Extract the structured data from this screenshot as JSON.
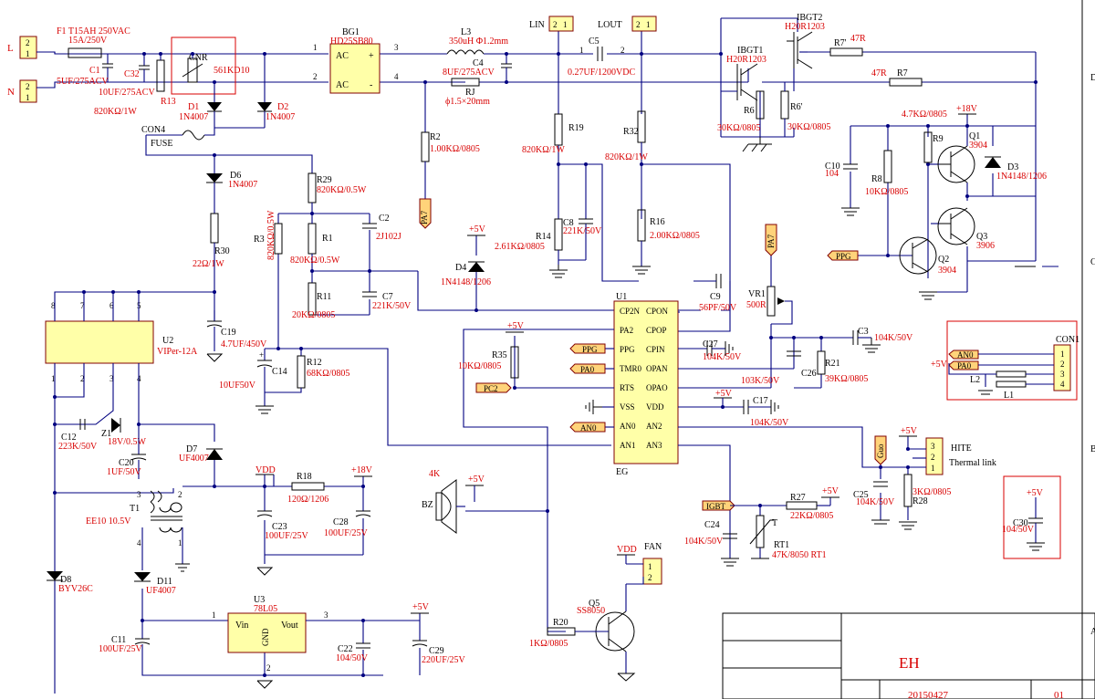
{
  "title_block": {
    "name": "EH",
    "date": "20150427",
    "sheet": "01"
  },
  "border_letters": [
    "D",
    "C",
    "B",
    "A"
  ],
  "connectors": {
    "L": "L",
    "N": "N",
    "pins_21": [
      "2",
      "1"
    ],
    "con1": "CON1",
    "con1_pins": [
      "1",
      "2",
      "3",
      "4"
    ],
    "lin": "LIN",
    "lout": "LOUT",
    "fan": "FAN",
    "hite": "HITE",
    "thermal_link": "Thermal link",
    "con4": "CON4",
    "fuse": "FUSE"
  },
  "ports": {
    "pa7_top": "PA7",
    "pa7_vr": "PA7",
    "ppg_left": "PPG",
    "ppg_right": "PPG",
    "pa0": "PA0",
    "pc2": "PC2",
    "an0": "AN0",
    "igbt": "IGBT",
    "guo": "Guo",
    "con1_an0": "AN0",
    "con1_pa0": "PA0"
  },
  "components": {
    "F1": "F1 T15AH 250VAC",
    "F1_val": "15A/250V",
    "C1": "C1",
    "C1_val": "5UF/275ACV",
    "C32": "C32",
    "C32_val": "10UF/275ACV",
    "R13": "R13",
    "R13_val": "820KΩ/1W",
    "CNR": "CNR",
    "CNR_val": "561KD10",
    "D1": "D1",
    "D1_val": "1N4007",
    "D2": "D2",
    "D2_val": "1N4007",
    "BG1": "BG1",
    "BG1_val": "HD25SB80",
    "BG1_ac1": "AC",
    "BG1_ac2": "AC",
    "BG1_plus": "+",
    "BG1_minus": "-",
    "BG1_pin1": "1",
    "BG1_pin2": "2",
    "BG1_pin3": "3",
    "BG1_pin4": "4",
    "L3": "L3",
    "L3_val": "350uH Φ1.2mm",
    "C4": "C4",
    "C4_val": "8UF/275ACV",
    "RJ": "RJ",
    "RJ_val": "ϕ1.5×20mm",
    "C5": "C5",
    "C5_pin1": "1",
    "C5_pin2": "2",
    "C5_val": "0.27UF/1200VDC",
    "IBGT1": "IBGT1",
    "IBGT1_val": "H20R1203",
    "IBGT2": "IBGT2",
    "IBGT2_val": "H20R1203",
    "R7p": "R7'",
    "R7p_val": "47R",
    "R7": "R7",
    "R7_val": "47R",
    "R6": "R6",
    "R6_val": "30KΩ/0805",
    "R6p": "R6'",
    "R6p_val": "30KΩ/0805",
    "R19": "R19",
    "R19_val": "820KΩ/1W",
    "R32": "R32",
    "R32_val": "820KΩ/1W",
    "R14": "R14",
    "R14_val": "2.61KΩ/0805",
    "C8": "C8",
    "C8_val": "221K/50V",
    "R16": "R16",
    "R16_val": "2.00KΩ/0805",
    "R2": "R2",
    "R2_val": "1.00KΩ/0805",
    "D6": "D6",
    "D6_val": "1N4007",
    "R30": "R30",
    "R30_val": "22Ω/1W",
    "R29": "R29",
    "R29_val": "820KΩ/0.5W",
    "R3": "R3",
    "R3_val": "820KΩ/0.5W",
    "R1": "R1",
    "R1_val": "820KΩ/0.5W",
    "C2": "C2",
    "C2_val": "2J102J",
    "R11": "R11",
    "R11_val": "20KΩ/0805",
    "C7": "C7",
    "C7_val": "221K/50V",
    "R12": "R12",
    "R12_val": "68KΩ/0805",
    "C14": "C14",
    "C14_val": "10UF50V",
    "C19": "C19",
    "C19_val": "4.7UF/450V",
    "U2": "U2",
    "U2_val": "VIPer-12A",
    "U2_pins_top": [
      "8",
      "7",
      "6",
      "5"
    ],
    "U2_pins_bot": [
      "1",
      "2",
      "3",
      "4"
    ],
    "C12": "C12",
    "C12_val": "223K/50V",
    "Z1": "Z1",
    "Z1_val": "18V/0.5W",
    "C20": "C20",
    "C20_val": "1UF/50V",
    "D7": "D7",
    "D7_val": "UF4007",
    "T1": "T1",
    "T1_val": "EE10 10.5V",
    "T1_pins": [
      "1",
      "2",
      "3",
      "4"
    ],
    "D8": "D8",
    "D8_val": "BYV26C",
    "D11": "D11",
    "D11_val": "UF4007",
    "C11": "C11",
    "C11_val": "100UF/25V",
    "C23": "C23",
    "C23_val": "100UF/25V",
    "R18": "R18",
    "R18_val": "120Ω/1206",
    "C28": "C28",
    "C28_val": "100UF/25V",
    "U3": "U3",
    "U3_val": "78L05",
    "U3_vin": "Vin",
    "U3_vout": "Vout",
    "U3_gnd": "GND",
    "U3_pin1": "1",
    "U3_pin3": "3",
    "U3_pin2": "2",
    "C22": "C22",
    "C22_val": "104/50V",
    "C29": "C29",
    "C29_val": "220UF/25V",
    "D4": "D4",
    "D4_val": "1N4148/1206",
    "R35": "R35",
    "R35_val": "10KΩ/0805",
    "U1": "U1",
    "U1_sub": "EG",
    "U1_left": [
      "CP2N",
      "PA2",
      "PPG",
      "TMR0",
      "RTS",
      "VSS",
      "AN0",
      "AN1"
    ],
    "U1_right": [
      "CPON",
      "CPOP",
      "CPIN",
      "OPAN",
      "OPAO",
      "VDD",
      "AN2",
      "AN3"
    ],
    "C9": "C9",
    "C9_val": "56PF/50V",
    "VR1": "VR1",
    "VR1_val": "500R",
    "C27": "C27",
    "C27_val": "104K/50V",
    "C3": "C3",
    "C3_val": "104K/50V",
    "R21": "R21",
    "R21_val": "39KΩ/0805",
    "C26": "C26",
    "C26_val": "103K/50V",
    "C17": "C17",
    "C17_val": "104K/50V",
    "C10": "C10",
    "C10_val": "104",
    "R8": "R8",
    "R8_val": "10KΩ/0805",
    "R9": "R9",
    "R9_val": "4.7KΩ/0805",
    "Q1": "Q1",
    "Q1_val": "3904",
    "D3": "D3",
    "D3_val": "1N4148/1206",
    "Q2": "Q2",
    "Q2_val": "3904",
    "Q3": "Q3",
    "Q3_val": "3906",
    "L2": "L2",
    "L1": "L1",
    "C25": "C25",
    "C25_val": "104K/50V",
    "R28": "R28",
    "R28_val": "3KΩ/0805",
    "R27": "R27",
    "R27_val": "22KΩ/0805",
    "C24": "C24",
    "C24_val": "104K/50V",
    "RT1": "RT1",
    "RT1_val": "47K/8050 RT1",
    "RT1_t": "T",
    "C30": "C30",
    "C30_val": "104/50V",
    "BZ": "BZ",
    "BZ_val": "4K",
    "R20": "R20",
    "R20_val": "1KΩ/0805",
    "Q5": "Q5",
    "Q5_val": "SS8050"
  },
  "rails": {
    "v5": "+5V",
    "v18": "+18V",
    "vdd": "VDD"
  }
}
